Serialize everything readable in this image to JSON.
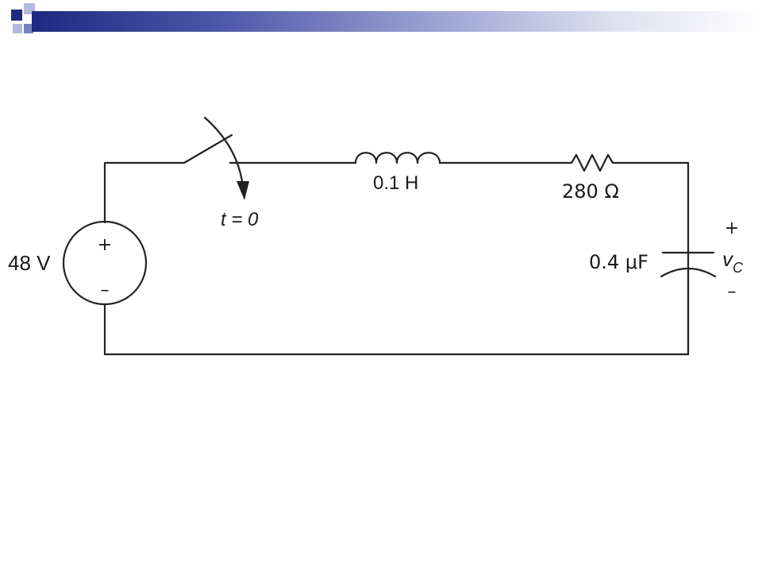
{
  "colors": {
    "header_dark": "#1e2a82",
    "header_light": "#9aa2d2",
    "wire": "#222222"
  },
  "circuit": {
    "source_label": "48 V",
    "source_plus": "+",
    "source_minus": "–",
    "switch_label": "t = 0",
    "inductor_label": "0.1 H",
    "resistor_label": "280 Ω",
    "capacitor_label": "0.4 μF",
    "vc_plus": "+",
    "vc_symbol": "v",
    "vc_subscript": "C",
    "vc_minus": "–"
  }
}
